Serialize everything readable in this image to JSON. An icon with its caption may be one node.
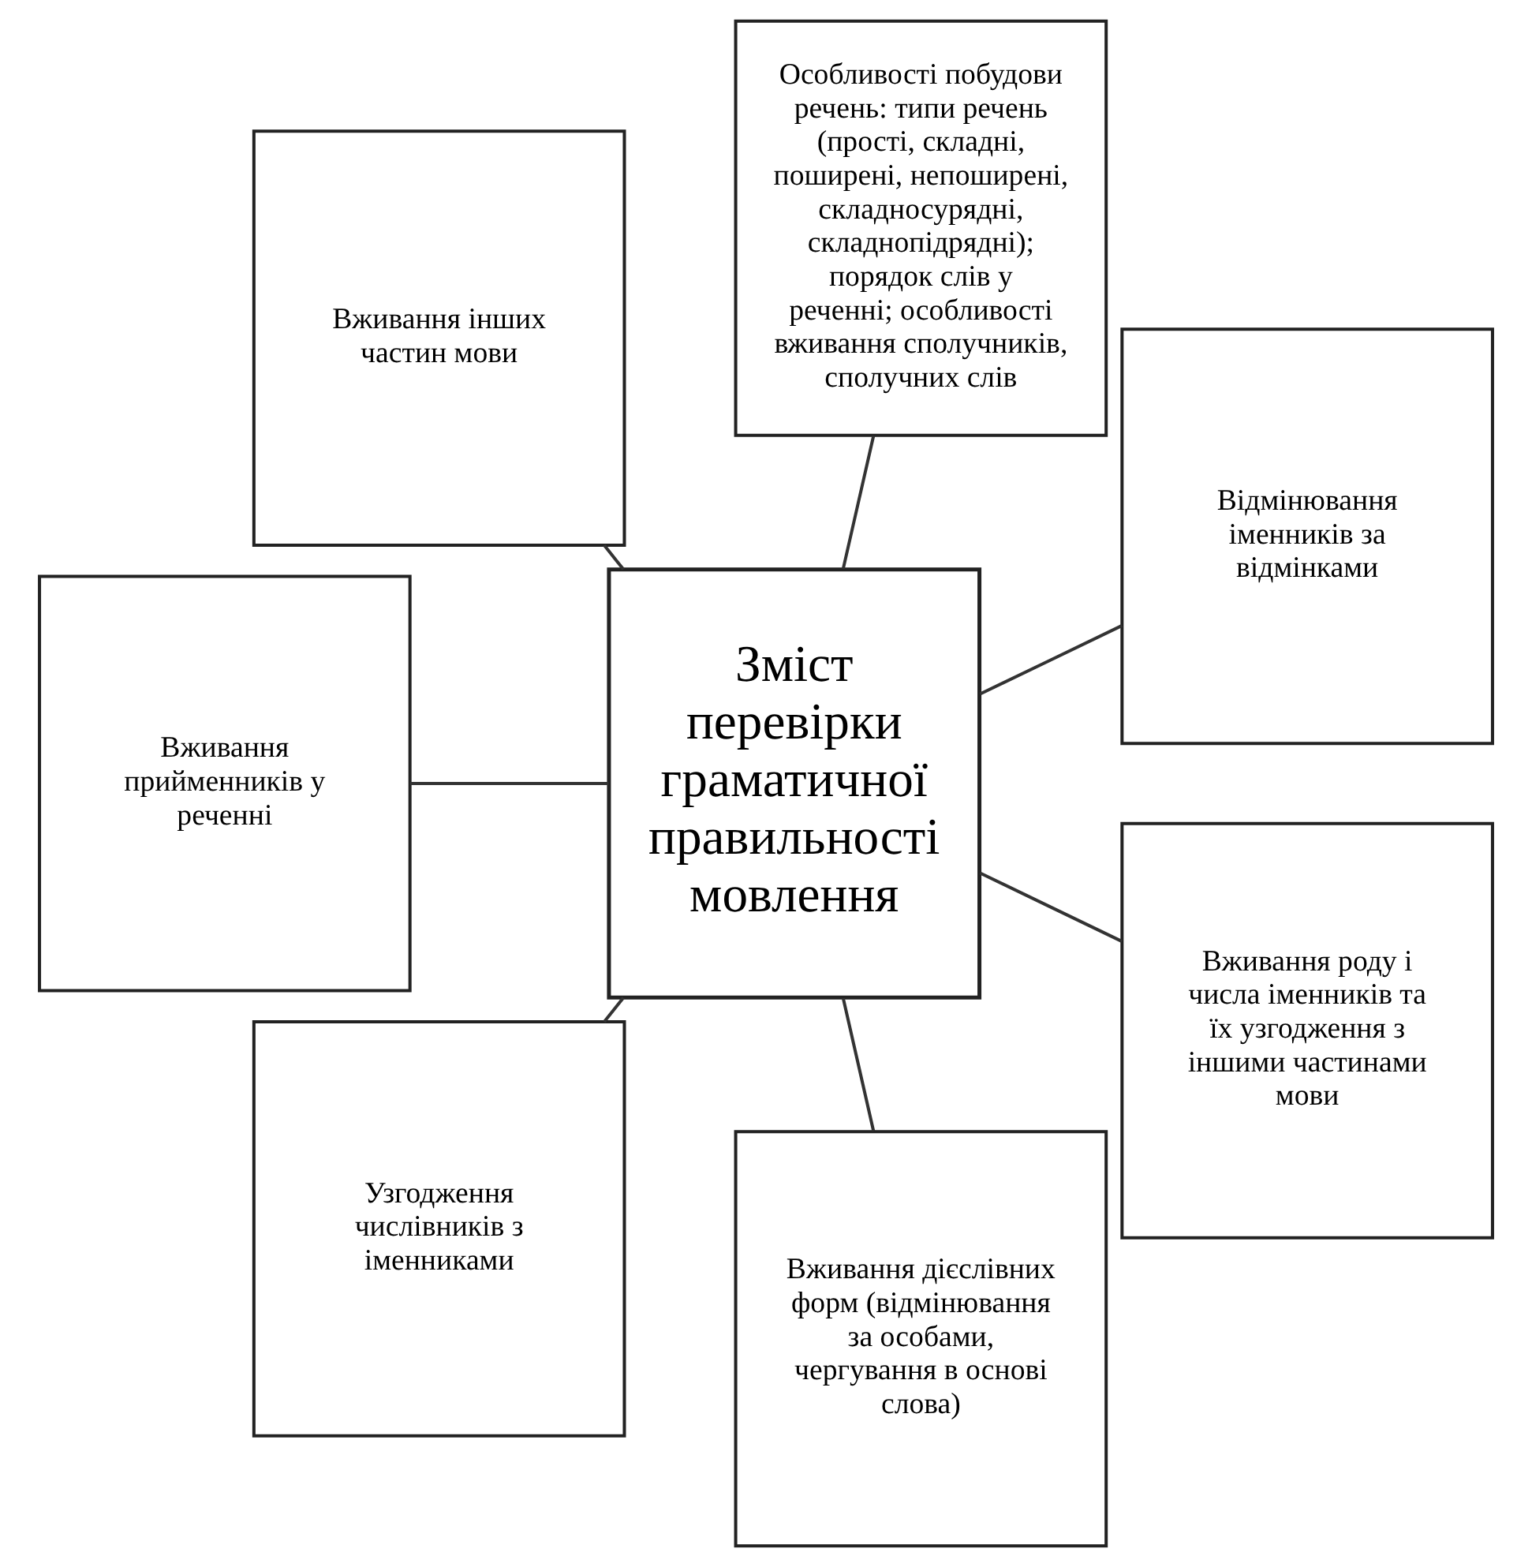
{
  "diagram": {
    "nodes": [
      {
        "text": [
          "Особливості побудови речень: типи речень (прості, складні, поширені, непоширені, складносурядні, складнопідрядні); порядок слів у реченні; особливості вживання сполучників, сполучних слів"
        ]
      },
      {
        "text": [
          "Вживання інших частин мови"
        ]
      },
      {
        "text": [
          "Відмінювання іменників за відмінками"
        ]
      },
      {
        "text": [
          "Зміст перевірки граматичної правильності мовлення"
        ]
      },
      {
        "text": [
          "Вживання прийменників у реченні"
        ]
      },
      {
        "text": [
          "Вживання роду і числа іменників та їх узгодження з іншими частинами мови"
        ]
      },
      {
        "text": [
          "Узгодження числівників з іменниками"
        ]
      },
      {
        "text": [
          "Вживання дієслівних форм (відмінювання за особами, чергування в основі слова)"
        ]
      }
    ],
    "edges": [
      {
        "from": 3,
        "to": 0,
        "arrow": "none"
      },
      {
        "from": 3,
        "to": 1,
        "arrow": "none"
      },
      {
        "from": 3,
        "to": 2,
        "arrow": "none"
      },
      {
        "from": 3,
        "to": 4,
        "arrow": "none"
      },
      {
        "from": 3,
        "to": 5,
        "arrow": "none"
      },
      {
        "from": 3,
        "to": 6,
        "arrow": "none"
      },
      {
        "from": 3,
        "to": 7,
        "arrow": "none"
      }
    ]
  }
}
